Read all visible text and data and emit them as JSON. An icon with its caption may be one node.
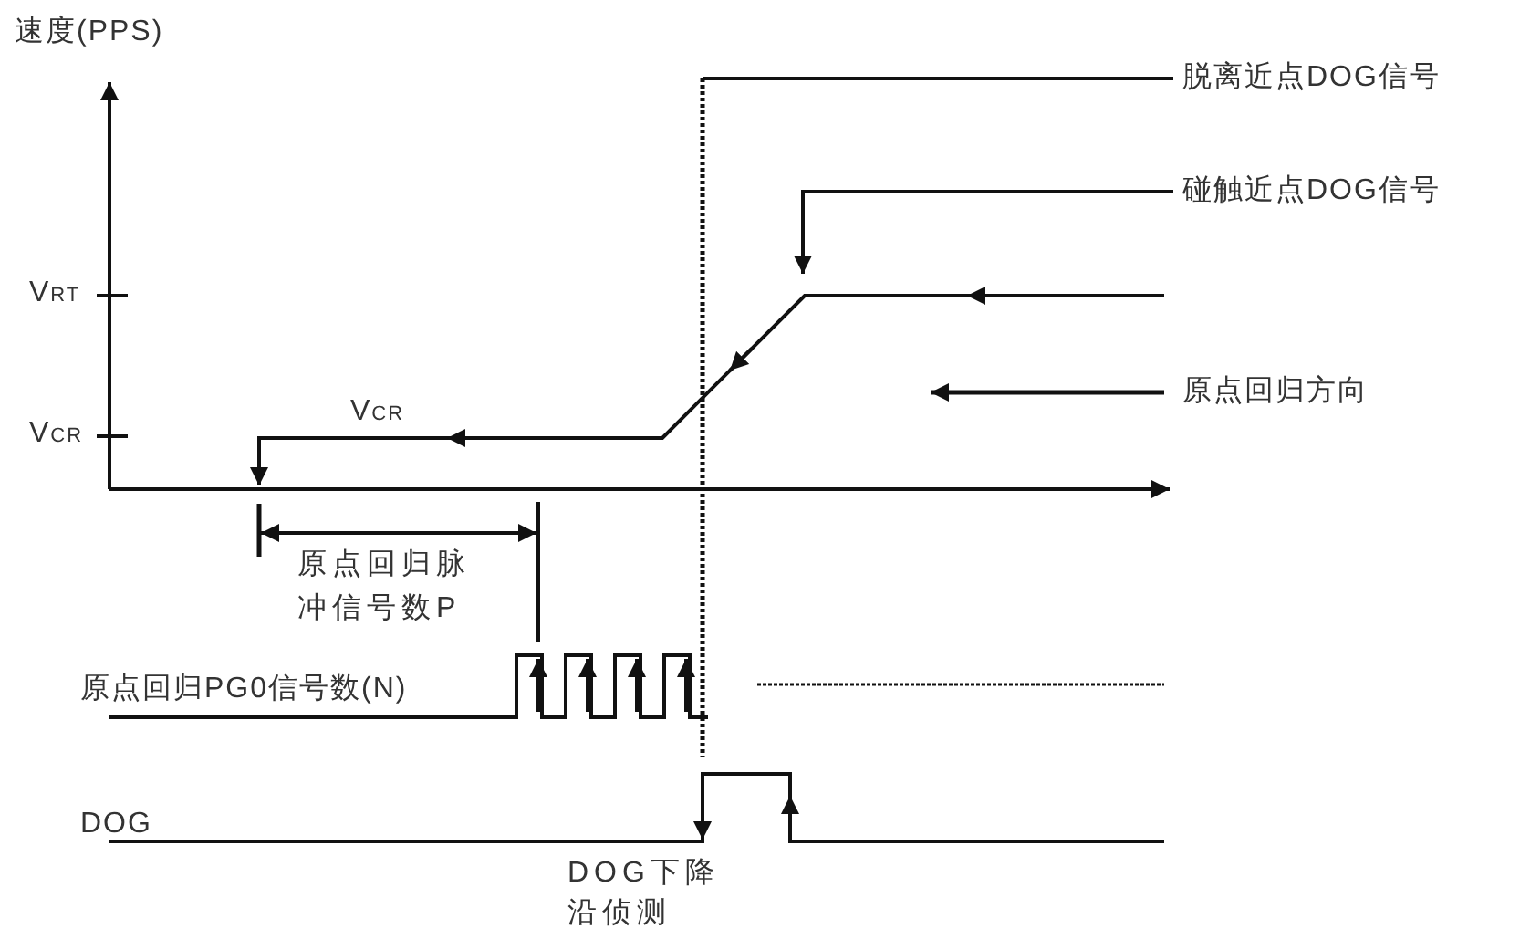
{
  "diagram": {
    "nodes": [
      {
        "text": [
          "脱离近点DOG信号"
        ]
      },
      {
        "text": [
          "碰触近点DOG信号"
        ]
      },
      {
        "text": [],
        "shape": "line"
      }
    ],
    "edges": [
      {
        "from": 0,
        "to": null,
        "arrow": "none"
      },
      {
        "from": 1,
        "to": 2,
        "arrow": "to"
      }
    ],
    "labels": [
      "速度(PPS)",
      "V$_{RT}$",
      "V$_{CR}$",
      "V$_{CR}$",
      "原点回归方向",
      "原点回归脉冲信号数P",
      "原点回归PG0信号数(N)",
      "DOG",
      "DOG下降沿侦测"
    ]
  }
}
